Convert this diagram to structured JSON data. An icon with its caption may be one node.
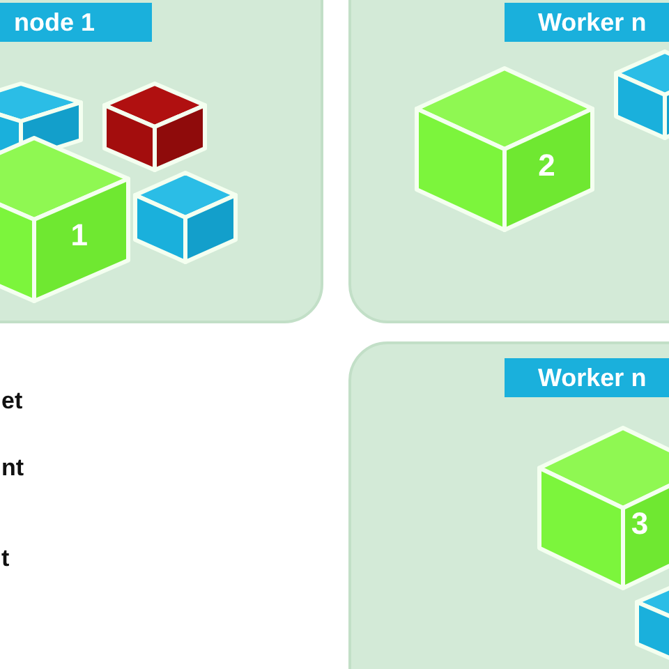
{
  "diagram": {
    "nodes": [
      {
        "text": [
          "node 1"
        ]
      },
      {
        "text": [
          "1"
        ],
        "in": 0
      },
      {
        "text": [
          "Worker n"
        ]
      },
      {
        "text": [
          "2"
        ],
        "in": 2
      },
      {
        "text": [
          "Worker n"
        ]
      },
      {
        "text": [
          "3"
        ],
        "in": 4
      }
    ],
    "labels": [
      "et",
      "nt",
      "t"
    ]
  }
}
